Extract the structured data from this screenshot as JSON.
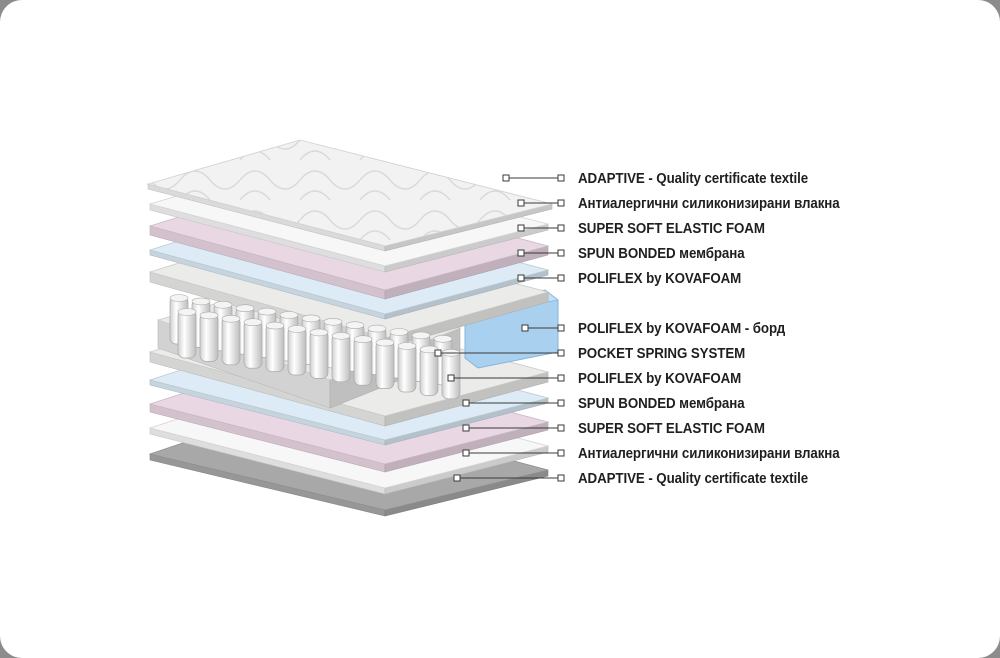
{
  "labels": [
    "ADAPTIVE - Quality certificate textile",
    "Антиалергични силиконизирани влакна",
    "SUPER SOFT ELASTIC FOAM",
    "SPUN BONDED мембрана",
    "POLIFLEX by KOVAFOAM",
    "POLIFLEX by KOVAFOAM - борд",
    "POCKET SPRING SYSTEM",
    "POLIFLEX by KOVAFOAM",
    "SPUN BONDED мембрана",
    "SUPER SOFT ELASTIC FOAM",
    "Антиалергични силиконизирани влакна",
    "ADAPTIVE - Quality certificate textile"
  ],
  "colors": {
    "textile": "#f2f2f2",
    "fiber": "#f7f7f7",
    "pink_foam": "#ead7e4",
    "membrane": "#dcebf6",
    "poliflex": "#ebebea",
    "border_foam": "#a9d0ee",
    "base_textile": "#a8a8a8",
    "leader": "#3a3a3a"
  }
}
